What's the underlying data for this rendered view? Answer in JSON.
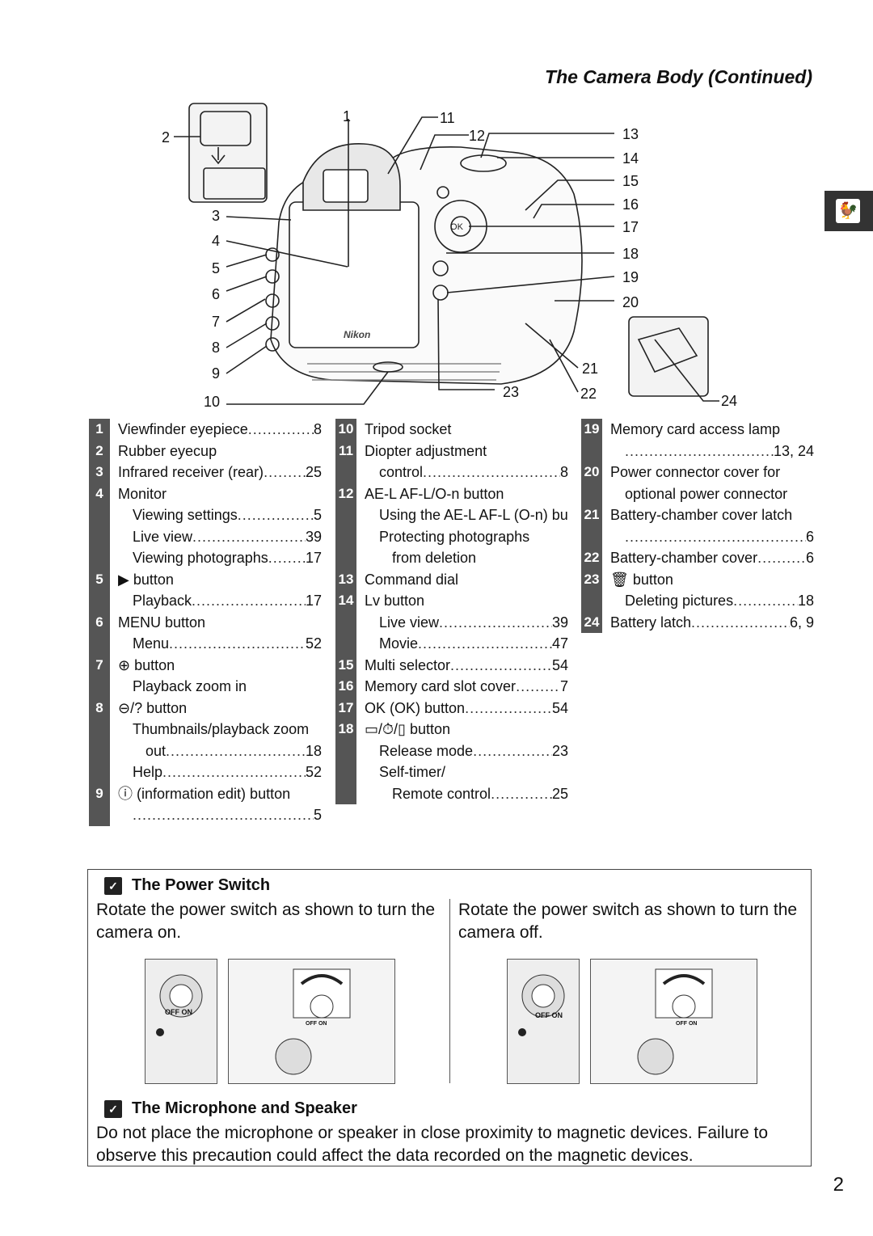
{
  "header": {
    "title": "The Camera Body (Continued)"
  },
  "side_tab": {
    "icon": "weathervane-icon",
    "glyph": "🐓"
  },
  "figure": {
    "callouts": [
      "1",
      "2",
      "3",
      "4",
      "5",
      "6",
      "7",
      "8",
      "9",
      "10",
      "11",
      "12",
      "13",
      "14",
      "15",
      "16",
      "17",
      "18",
      "19",
      "20",
      "21",
      "22",
      "23",
      "24"
    ],
    "logo_text": "Nikon"
  },
  "parts": {
    "col1": [
      {
        "num": "1",
        "label": "Viewfinder eyepiece",
        "page": "8",
        "level": 0
      },
      {
        "num": "2",
        "label": "Rubber eyecup",
        "page": "",
        "level": 0
      },
      {
        "num": "3",
        "label": "Infrared receiver (rear)",
        "page": "25",
        "level": 0
      },
      {
        "num": "4",
        "label": "Monitor",
        "page": "",
        "level": 0
      },
      {
        "num": "",
        "label": "Viewing settings",
        "page": "5",
        "level": 1
      },
      {
        "num": "",
        "label": "Live view",
        "page": "39",
        "level": 1
      },
      {
        "num": "",
        "label": "Viewing photographs",
        "page": "17",
        "level": 1
      },
      {
        "num": "5",
        "label": "▶ button",
        "page": "",
        "level": 0
      },
      {
        "num": "",
        "label": "Playback",
        "page": "17",
        "level": 1
      },
      {
        "num": "6",
        "label": "MENU button",
        "page": "",
        "level": 0
      },
      {
        "num": "",
        "label": "Menu",
        "page": "52",
        "level": 1
      },
      {
        "num": "7",
        "label": "⊕ button",
        "page": "",
        "level": 0
      },
      {
        "num": "",
        "label": "Playback zoom in",
        "page": "",
        "level": 1
      },
      {
        "num": "8",
        "label": "⊖/? button",
        "page": "",
        "level": 0
      },
      {
        "num": "",
        "label": "Thumbnails/playback zoom",
        "page": "",
        "level": 1
      },
      {
        "num": "",
        "label": "out",
        "page": "18",
        "level": 2
      },
      {
        "num": "",
        "label": "Help",
        "page": "52",
        "level": 1
      },
      {
        "num": "9",
        "label": "ⓘ (information edit) button",
        "page": "",
        "level": 0
      },
      {
        "num": "",
        "label": "",
        "page": "5",
        "level": 1
      }
    ],
    "col2": [
      {
        "num": "10",
        "label": "Tripod socket",
        "page": "",
        "level": 0
      },
      {
        "num": "11",
        "label": "Diopter adjustment",
        "page": "",
        "level": 0
      },
      {
        "num": "",
        "label": "control",
        "page": "8",
        "level": 1
      },
      {
        "num": "12",
        "label": "AE-L AF-L/O‑n button",
        "page": "",
        "level": 0
      },
      {
        "num": "",
        "label": "Using the AE-L AF-L (O‑n) button",
        "page": "",
        "level": 1
      },
      {
        "num": "",
        "label": "Protecting photographs",
        "page": "",
        "level": 1
      },
      {
        "num": "",
        "label": "from deletion",
        "page": "",
        "level": 2
      },
      {
        "num": "13",
        "label": "Command dial",
        "page": "",
        "level": 0
      },
      {
        "num": "14",
        "label": "Lv button",
        "page": "",
        "level": 0
      },
      {
        "num": "",
        "label": "Live view",
        "page": "39",
        "level": 1
      },
      {
        "num": "",
        "label": "Movie",
        "page": "47",
        "level": 1
      },
      {
        "num": "15",
        "label": "Multi selector",
        "page": "54",
        "level": 0
      },
      {
        "num": "16",
        "label": "Memory card slot cover",
        "page": "7",
        "level": 0
      },
      {
        "num": "17",
        "label": "OK (OK) button",
        "page": "54",
        "level": 0
      },
      {
        "num": "18",
        "label": "▭/⏱/▯ button",
        "page": "",
        "level": 0
      },
      {
        "num": "",
        "label": "Release mode",
        "page": "23",
        "level": 1
      },
      {
        "num": "",
        "label": "Self-timer/",
        "page": "",
        "level": 1
      },
      {
        "num": "",
        "label": "Remote control",
        "page": "25",
        "level": 2
      }
    ],
    "col3": [
      {
        "num": "19",
        "label": "Memory card access lamp",
        "page": "",
        "level": 0
      },
      {
        "num": "",
        "label": "",
        "page": "13, 24",
        "level": 1
      },
      {
        "num": "20",
        "label": "Power connector cover for",
        "page": "",
        "level": 0
      },
      {
        "num": "",
        "label": "optional power connector",
        "page": "",
        "level": 1
      },
      {
        "num": "21",
        "label": "Battery-chamber cover latch",
        "page": "",
        "level": 0
      },
      {
        "num": "",
        "label": "",
        "page": "6",
        "level": 1
      },
      {
        "num": "22",
        "label": "Battery-chamber cover",
        "page": "6",
        "level": 0
      },
      {
        "num": "23",
        "label": "🗑 button",
        "page": "",
        "level": 0
      },
      {
        "num": "",
        "label": "Deleting pictures",
        "page": "18",
        "level": 1
      },
      {
        "num": "24",
        "label": "Battery latch",
        "page": "6, 9",
        "level": 0
      }
    ]
  },
  "notes": {
    "power": {
      "title": "The Power Switch",
      "left_text": "Rotate the power switch as shown to turn the camera on.",
      "right_text": "Rotate the power switch as shown to turn the camera off.",
      "switch_on_label": "OFF ON",
      "switch_off_label": "OFF ON"
    },
    "mic": {
      "title": "The Microphone and Speaker",
      "text": "Do not place the microphone or speaker in close proximity to magnetic devices. Failure to observe this precaution could affect the data recorded on the magnetic devices."
    }
  },
  "page_number": "2"
}
